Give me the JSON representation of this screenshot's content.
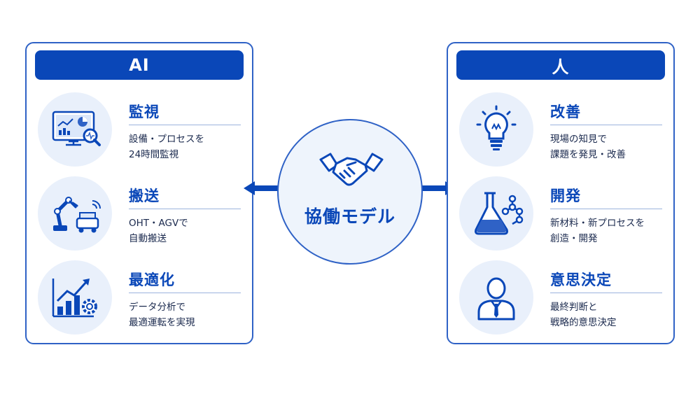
{
  "left_panel": {
    "header": "AI",
    "items": [
      {
        "title": "監視",
        "desc_line1": "設備・プロセスを",
        "desc_line2": "24時間監視",
        "icon": "monitoring-dashboard-icon"
      },
      {
        "title": "搬送",
        "desc_line1": "OHT・AGVで",
        "desc_line2": "自動搬送",
        "icon": "robot-arm-agv-icon"
      },
      {
        "title": "最適化",
        "desc_line1": "データ分析で",
        "desc_line2": "最適運転を実現",
        "icon": "growth-chart-gear-icon"
      }
    ]
  },
  "center": {
    "label": "協働モデル",
    "icon": "handshake-icon"
  },
  "right_panel": {
    "header": "人",
    "items": [
      {
        "title": "改善",
        "desc_line1": "現場の知見で",
        "desc_line2": "課題を発見・改善",
        "icon": "lightbulb-icon"
      },
      {
        "title": "開発",
        "desc_line1": "新材料・新プロセスを",
        "desc_line2": "創造・開発",
        "icon": "flask-molecule-icon"
      },
      {
        "title": "意思決定",
        "desc_line1": "最終判断と",
        "desc_line2": "戦略的意思決定",
        "icon": "businessperson-icon"
      }
    ]
  },
  "colors": {
    "primary": "#0a47b8",
    "border": "#2f62c6",
    "icon_bg": "#e9f0fb",
    "text": "#1b2a4e"
  }
}
